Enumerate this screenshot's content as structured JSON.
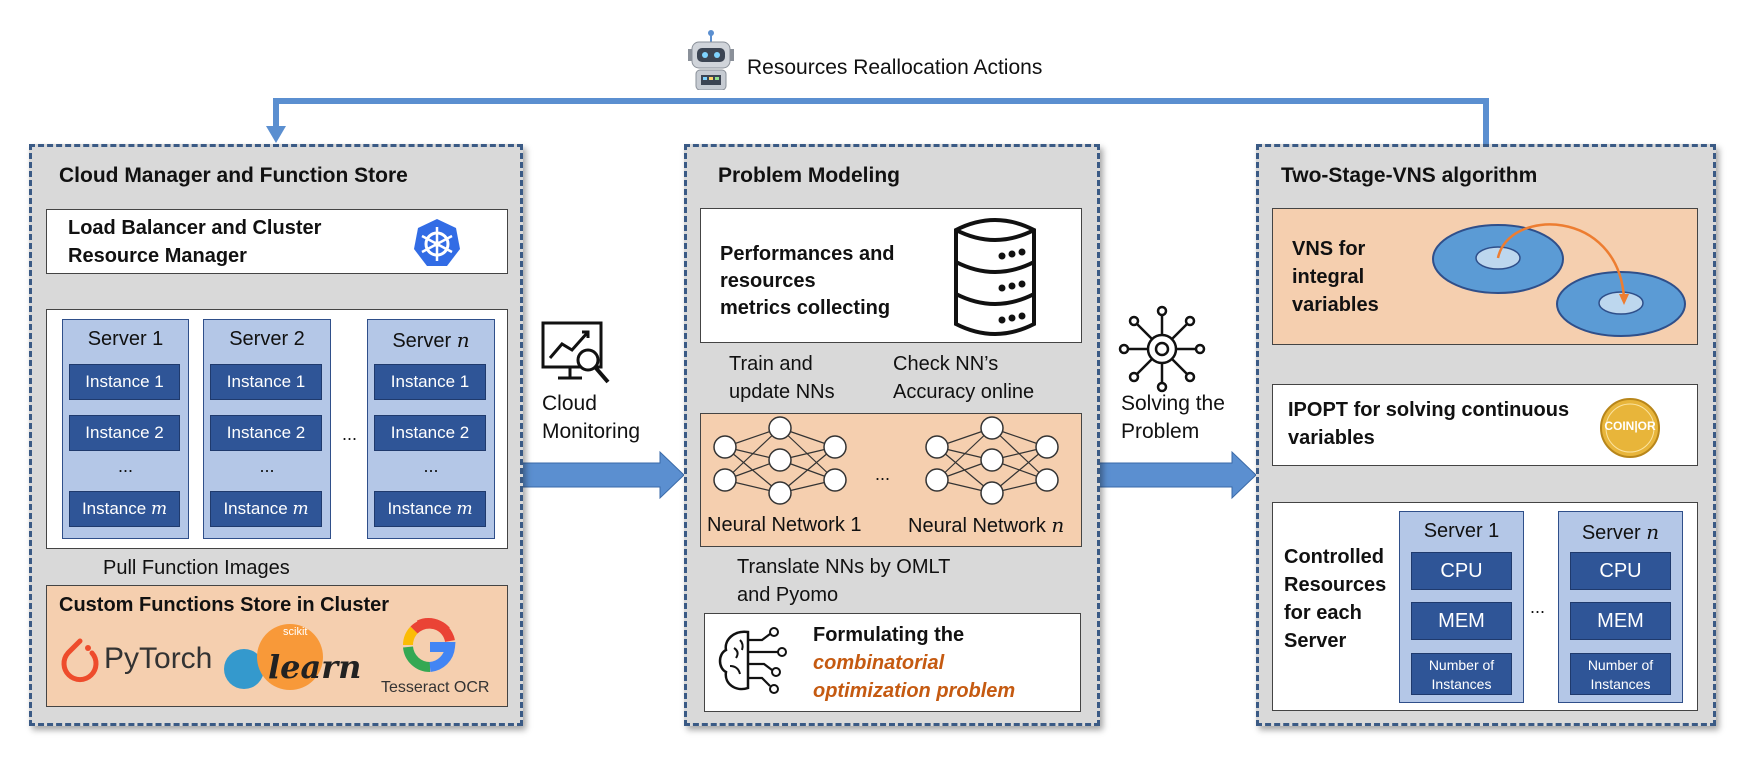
{
  "top": {
    "actions_label": "Resources Reallocation Actions"
  },
  "left_panel": {
    "title": "Cloud Manager and Function Store",
    "lb_line1": "Load Balancer and Cluster",
    "lb_line2": "Resource Manager",
    "servers": [
      {
        "name": "Server 1",
        "inst1": "Instance 1",
        "inst2": "Instance 2",
        "dots": "...",
        "instm": "Instance "
      },
      {
        "name": "Server 2",
        "inst1": "Instance 1",
        "inst2": "Instance 2",
        "dots": "...",
        "instm": "Instance "
      },
      {
        "name": "Server ",
        "inst1": "Instance 1",
        "inst2": "Instance 2",
        "dots": "...",
        "instm": "Instance "
      }
    ],
    "server_gap_dots": "...",
    "var_n": "n",
    "var_m": "m",
    "pull_label": "Pull Function Images",
    "store_title": "Custom Functions Store in Cluster",
    "pytorch": "PyTorch",
    "scikit": "scikit",
    "learn": "learn",
    "tesseract": "Tesseract OCR"
  },
  "monitor": {
    "line1": "Cloud",
    "line2": "Monitoring"
  },
  "middle_panel": {
    "title": "Problem Modeling",
    "metrics_line1": "Performances and",
    "metrics_line2": "resources",
    "metrics_line3": "metrics collecting",
    "train_line1": "Train and",
    "train_line2": "update NNs",
    "check_line1": "Check NN’s",
    "check_line2": "Accuracy online",
    "nn1": "Neural Network 1",
    "nn_n": "Neural Network ",
    "nn_gap": "...",
    "var_n": "n",
    "translate_line1": "Translate NNs by OMLT",
    "translate_line2": "and Pyomo",
    "form_line1": "Formulating the",
    "form_line2": "combinatorial",
    "form_line3": "optimization problem"
  },
  "solving": {
    "line1": "Solving the",
    "line2": "Problem"
  },
  "right_panel": {
    "title": "Two-Stage-VNS algorithm",
    "vns_line1": "VNS for",
    "vns_line2": "integral",
    "vns_line3": "variables",
    "ipopt_line1": "IPOPT for solving continuous",
    "ipopt_line2": "variables",
    "coin_logo": "COIN|OR",
    "ctrl_line1": "Controlled",
    "ctrl_line2": "Resources",
    "ctrl_line3": "for each",
    "ctrl_line4": "Server",
    "servers": [
      {
        "name": "Server 1",
        "cpu": "CPU",
        "mem": "MEM",
        "num1": "Number of",
        "num2": "Instances"
      },
      {
        "name": "Server ",
        "cpu": "CPU",
        "mem": "MEM",
        "num1": "Number of",
        "num2": "Instances"
      }
    ],
    "server_gap_dots": "...",
    "var_n": "n"
  },
  "colors": {
    "panel_bg": "#d9d9d9",
    "panel_border": "#3a5a85",
    "arrow_blue": "#5b8fd0",
    "server_bg": "#b4c7e7",
    "instance_bg": "#2f5597",
    "orange_box": "#f5cfaf",
    "accent_orange": "#c55a11",
    "ellipse_blue": "#5b9bd5"
  }
}
